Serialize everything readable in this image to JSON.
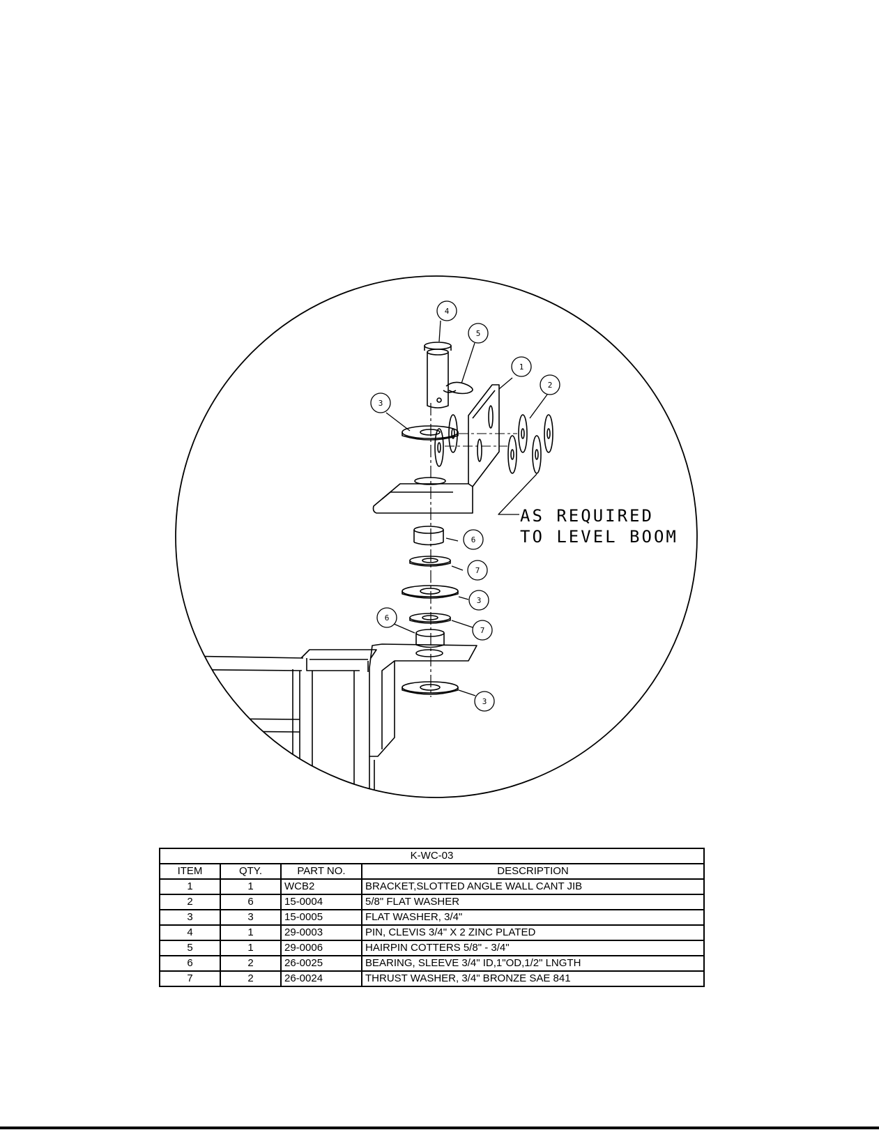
{
  "diagram": {
    "note_line_1": "AS REQUIRED",
    "note_line_2": "TO LEVEL BOOM",
    "callouts": [
      "4",
      "5",
      "1",
      "2",
      "3",
      "6",
      "7",
      "3",
      "7",
      "6",
      "3"
    ]
  },
  "bom": {
    "title": "K-WC-03",
    "headers": [
      "ITEM",
      "QTY.",
      "PART NO.",
      "DESCRIPTION"
    ],
    "rows": [
      [
        "1",
        "1",
        "WCB2",
        "BRACKET,SLOTTED ANGLE WALL CANT JIB"
      ],
      [
        "2",
        "6",
        "15-0004",
        "5/8\" FLAT WASHER"
      ],
      [
        "3",
        "3",
        "15-0005",
        "FLAT WASHER, 3/4\""
      ],
      [
        "4",
        "1",
        "29-0003",
        "PIN, CLEVIS 3/4\" X 2 ZINC PLATED"
      ],
      [
        "5",
        "1",
        "29-0006",
        "HAIRPIN COTTERS 5/8\" - 3/4\""
      ],
      [
        "6",
        "2",
        "26-0025",
        "BEARING, SLEEVE 3/4\" ID,1\"OD,1/2\" LNGTH"
      ],
      [
        "7",
        "2",
        "26-0024",
        "THRUST WASHER, 3/4\" BRONZE SAE 841"
      ]
    ]
  }
}
